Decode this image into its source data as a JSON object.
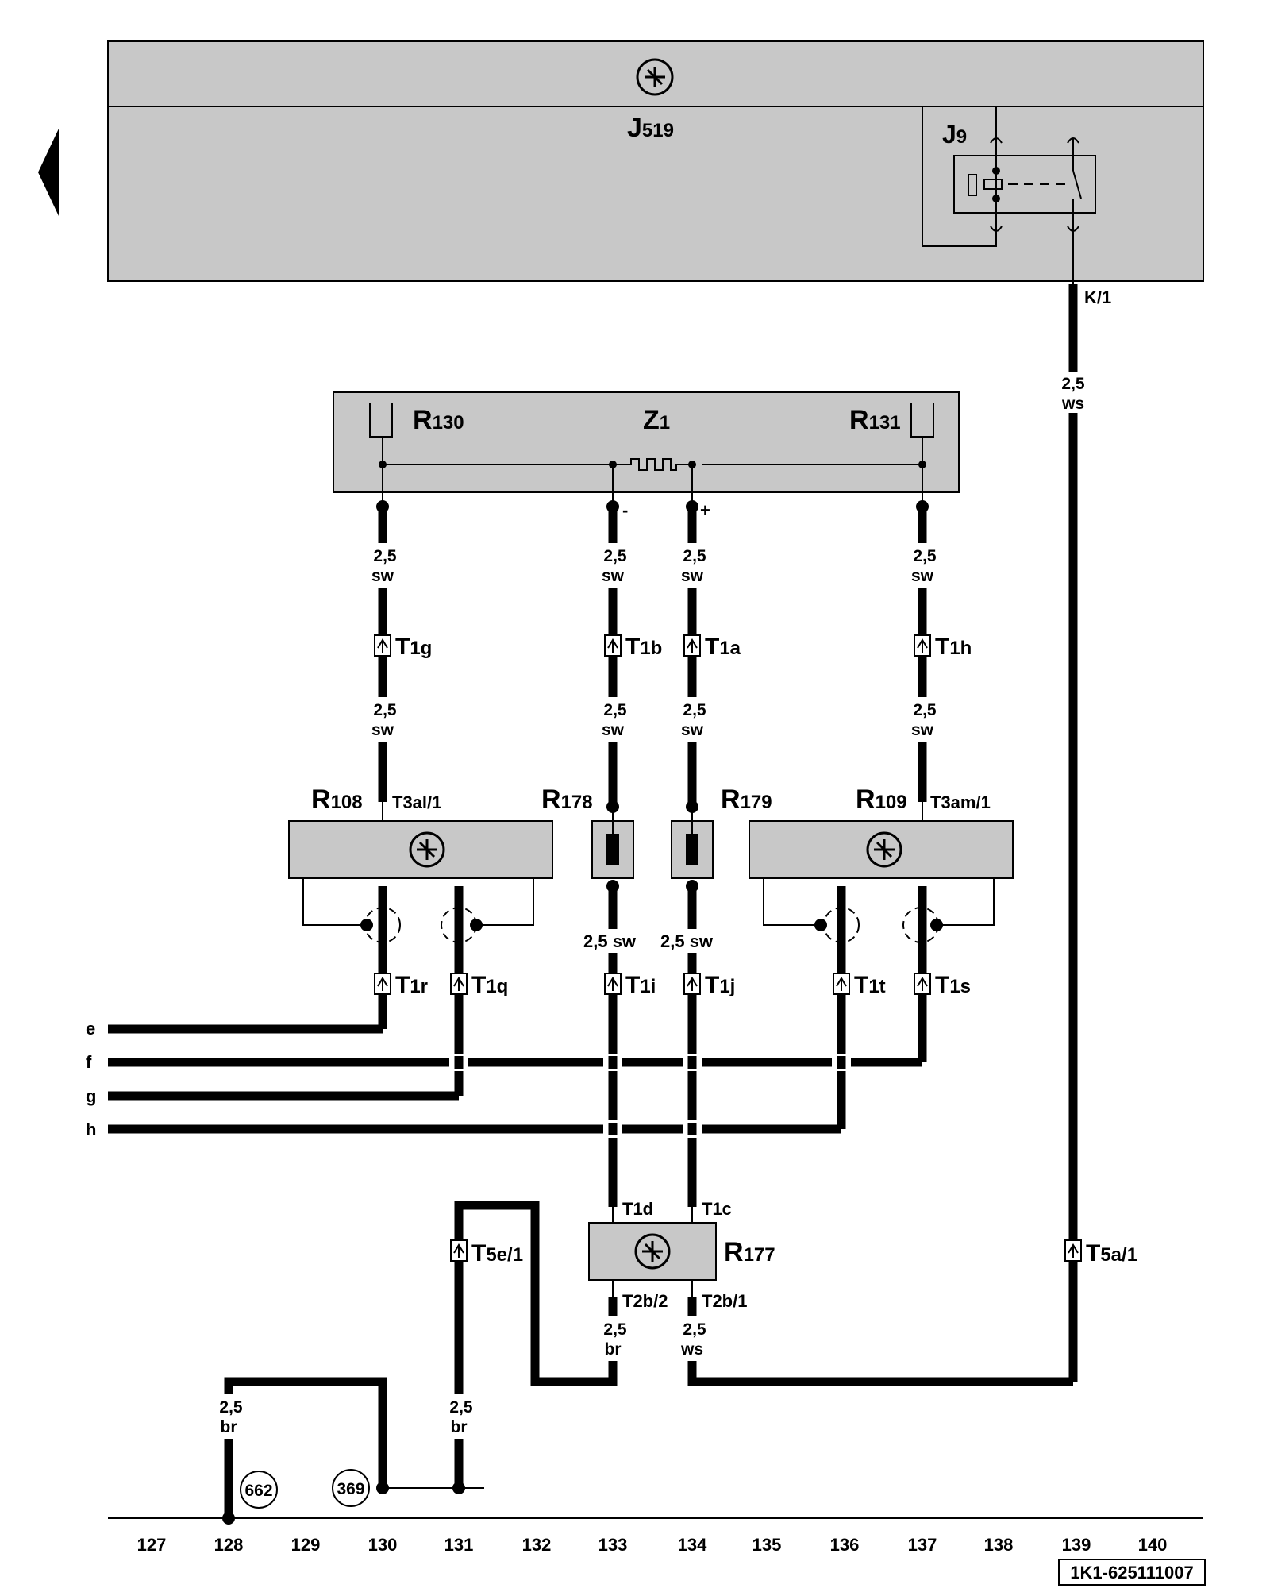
{
  "components": {
    "J519": {
      "letter": "J",
      "num": "519"
    },
    "J9": {
      "letter": "J",
      "num": "9"
    },
    "Z1": {
      "letter": "Z",
      "num": "1"
    },
    "R130": {
      "letter": "R",
      "num": "130"
    },
    "R131": {
      "letter": "R",
      "num": "131"
    },
    "R108": {
      "letter": "R",
      "num": "108"
    },
    "R178": {
      "letter": "R",
      "num": "178"
    },
    "R179": {
      "letter": "R",
      "num": "179"
    },
    "R109": {
      "letter": "R",
      "num": "109"
    },
    "R177": {
      "letter": "R",
      "num": "177"
    }
  },
  "connectors": {
    "T1g": {
      "letter": "T",
      "sub": "1g"
    },
    "T1b": {
      "letter": "T",
      "sub": "1b"
    },
    "T1a": {
      "letter": "T",
      "sub": "1a"
    },
    "T1h": {
      "letter": "T",
      "sub": "1h"
    },
    "T1r": {
      "letter": "T",
      "sub": "1r"
    },
    "T1q": {
      "letter": "T",
      "sub": "1q"
    },
    "T1i": {
      "letter": "T",
      "sub": "1i"
    },
    "T1j": {
      "letter": "T",
      "sub": "1j"
    },
    "T1t": {
      "letter": "T",
      "sub": "1t"
    },
    "T1s": {
      "letter": "T",
      "sub": "1s"
    },
    "T5e1": {
      "letter": "T",
      "sub": "5e/1"
    },
    "T5a1": {
      "letter": "T",
      "sub": "5a/1"
    }
  },
  "pins": {
    "K1": "K/1",
    "T3al1": "T3al/1",
    "T3am1": "T3am/1",
    "T1d": "T1d",
    "T1c": "T1c",
    "T2b2": "T2b/2",
    "T2b1": "T2b/1",
    "minus": "-",
    "plus": "+"
  },
  "wires": {
    "size": "2,5",
    "sw": "sw",
    "ws": "ws",
    "br": "br",
    "sw_inline": "2,5 sw"
  },
  "buses": [
    "e",
    "f",
    "g",
    "h"
  ],
  "ground_refs": [
    "662",
    "369"
  ],
  "tracks": [
    "127",
    "128",
    "129",
    "130",
    "131",
    "132",
    "133",
    "134",
    "135",
    "136",
    "137",
    "138",
    "139",
    "140"
  ],
  "doc_code": "1K1-625111007"
}
